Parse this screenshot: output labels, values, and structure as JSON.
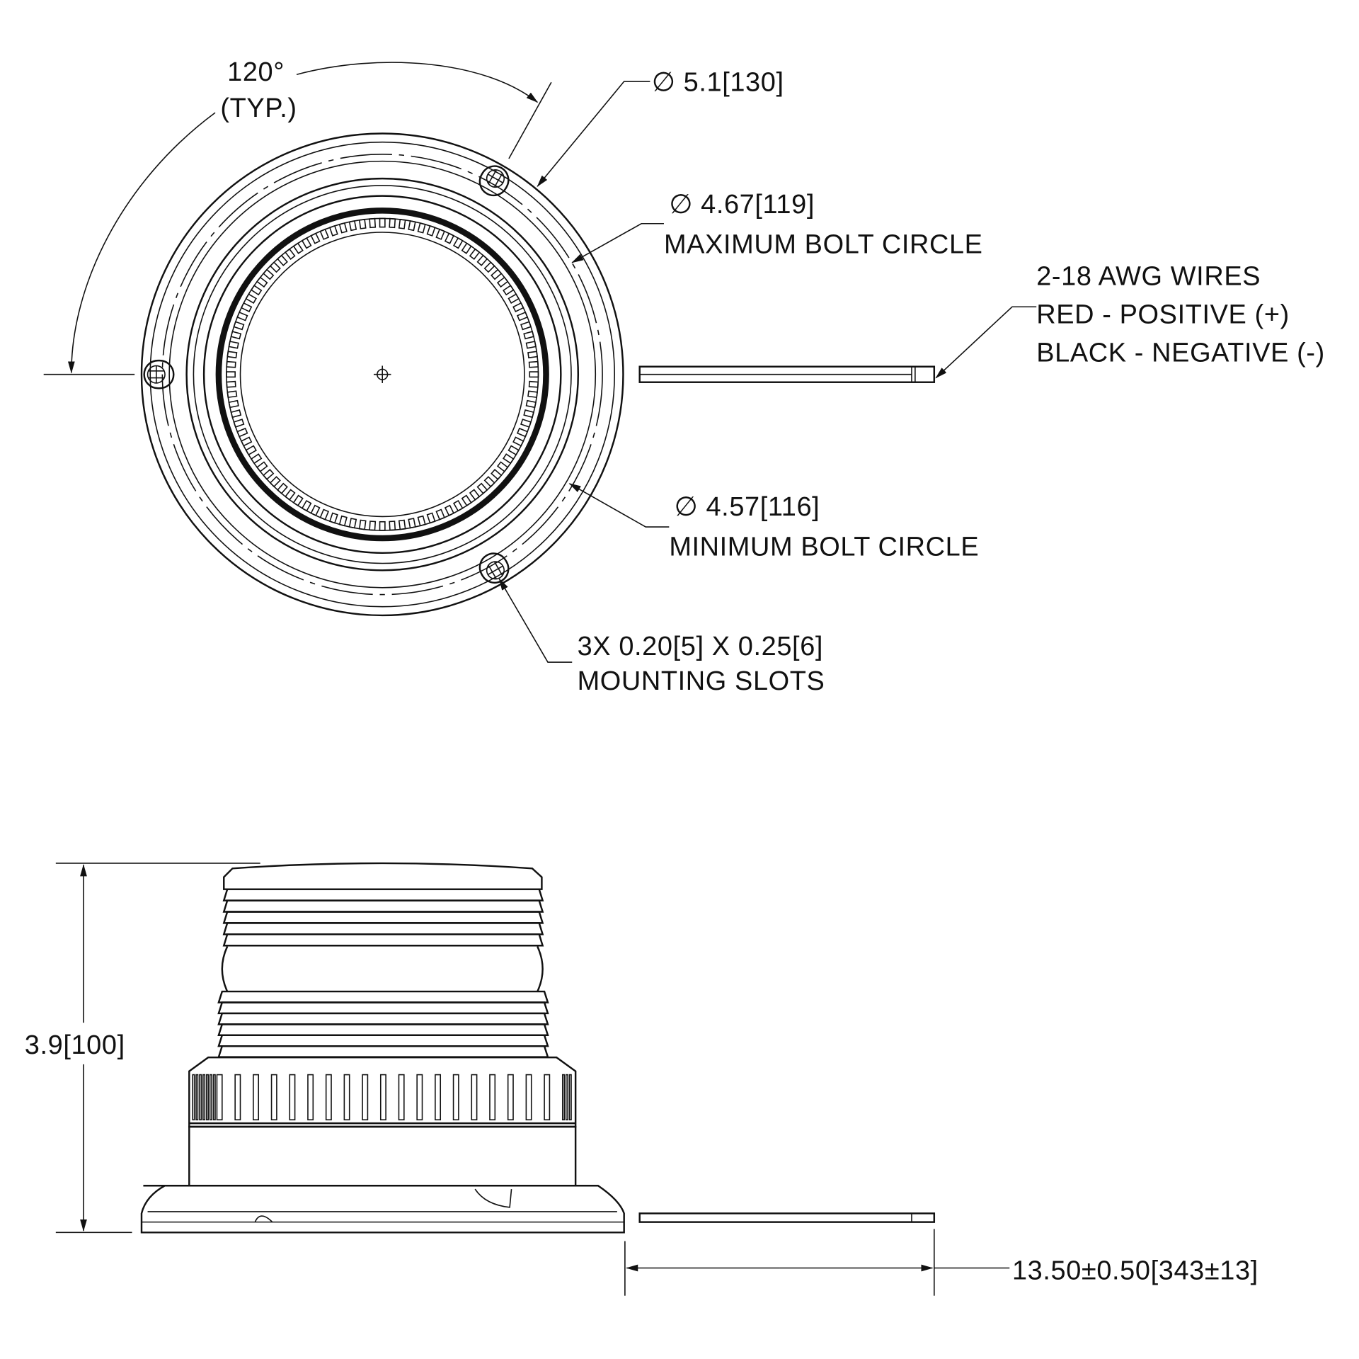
{
  "angle": {
    "value": "120°",
    "note": "(TYP.)"
  },
  "dim_outer": {
    "symbol": "∅",
    "value": "5.1",
    "metric": "[130]"
  },
  "dim_max_bolt": {
    "symbol": "∅",
    "value": "4.67",
    "metric": "[119]",
    "label": "MAXIMUM BOLT CIRCLE"
  },
  "dim_min_bolt": {
    "symbol": "∅",
    "value": "4.57",
    "metric": "[116]",
    "label": "MINIMUM BOLT CIRCLE"
  },
  "wires": {
    "line1": "2-18 AWG WIRES",
    "line2": "RED - POSITIVE (+)",
    "line3": "BLACK - NEGATIVE (-)"
  },
  "slots": {
    "line1": "3X 0.20[5] X 0.25[6]",
    "line2": "MOUNTING SLOTS"
  },
  "height": {
    "value": "3.9",
    "metric": "[100]"
  },
  "wire_length": {
    "value": "13.50±0.50",
    "metric": "[343±13]"
  }
}
